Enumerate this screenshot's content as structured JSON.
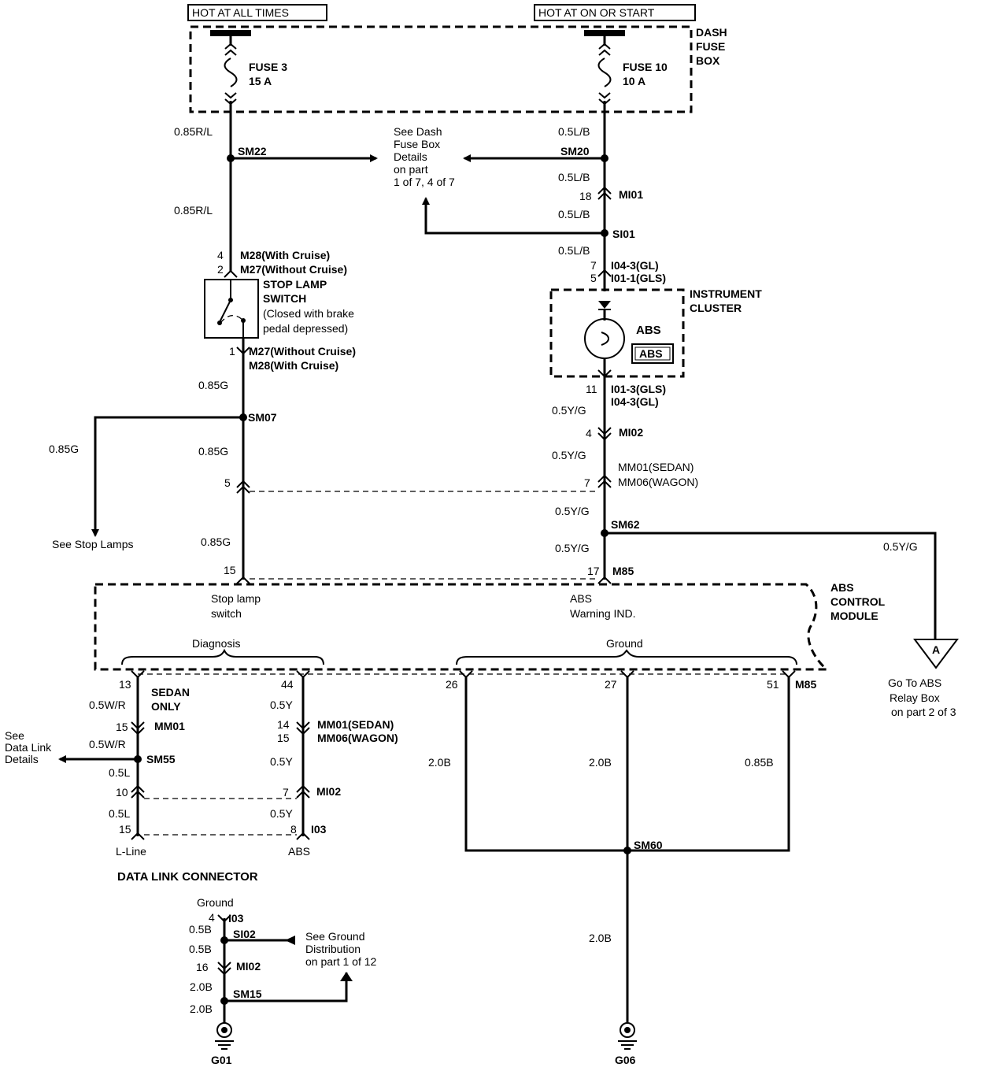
{
  "power": {
    "hot_at_all_times": "HOT AT ALL TIMES",
    "hot_at_on_or_start": "HOT AT ON OR START",
    "dash_fuse_box": [
      "DASH",
      "FUSE",
      "BOX"
    ],
    "fuse3_name": "FUSE 3",
    "fuse3_rating": "15 A",
    "fuse10_name": "FUSE 10",
    "fuse10_rating": "10 A"
  },
  "wires": {
    "w085RL_1": "0.85R/L",
    "w085RL_2": "0.85R/L",
    "w05LB_1": "0.5L/B",
    "w05LB_2": "0.5L/B",
    "w05LB_3": "0.5L/B",
    "w05LB_4": "0.5L/B",
    "w085G_1": "0.85G",
    "w085G_2": "0.85G",
    "w085G_3": "0.85G",
    "w085G_4": "0.85G",
    "w05YG_1": "0.5Y/G",
    "w05YG_2": "0.5Y/G",
    "w05YG_3": "0.5Y/G",
    "w05YG_4": "0.5Y/G",
    "w05YG_5": "0.5Y/G",
    "w05WR_1": "0.5W/R",
    "w05WR_2": "0.5W/R",
    "w05L_1": "0.5L",
    "w05L_2": "0.5L",
    "w05Y_1": "0.5Y",
    "w05Y_2": "0.5Y",
    "w05Y_3": "0.5Y",
    "w20B_1": "2.0B",
    "w20B_2": "2.0B",
    "w20B_3": "2.0B",
    "w085B": "0.85B",
    "w05B_1": "0.5B",
    "w05B_2": "0.5B",
    "w20B_4": "2.0B",
    "w20B_5": "2.0B"
  },
  "splices": {
    "sm22": "SM22",
    "sm20": "SM20",
    "si01": "SI01",
    "sm07": "SM07",
    "sm62": "SM62",
    "sm55": "SM55",
    "sm60": "SM60",
    "si02": "SI02",
    "sm15": "SM15"
  },
  "connectors": {
    "mi01": "MI01",
    "mi01_pin": "18",
    "m28_pin": "4",
    "m28": "M28(With Cruise)",
    "m27_pin": "2",
    "m27": "M27(Without Cruise)",
    "m27b_pin": "1",
    "m27b": "M27(Without Cruise)",
    "m28b": "M28(With Cruise)",
    "i04_pin": "7",
    "i04": "I04-3(GL)",
    "i01_pin": "5",
    "i01": "I01-1(GLS)",
    "i01b_pin": "11",
    "i01b": "I01-3(GLS)",
    "i04b": "I04-3(GL)",
    "mi02_pin": "4",
    "mi02": "MI02",
    "mm_left_pin": "5",
    "mm_right_pin": "7",
    "mm01": "MM01(SEDAN)",
    "mm06": "MM06(WAGON)",
    "m85_left_pin": "15",
    "m85_right_pin": "17",
    "m85": "M85",
    "pin13": "13",
    "pin44": "44",
    "pin26": "26",
    "pin27": "27",
    "pin51": "51",
    "m85b": "M85",
    "mm01b_pin": "15",
    "mm01b": "MM01",
    "mm01c_pin": "14",
    "mm01c": "MM01(SEDAN)",
    "mm06c_pin": "15",
    "mm06c": "MM06(WAGON)",
    "mi02b_left_pin": "10",
    "mi02b_right_pin": "7",
    "mi02b": "MI02",
    "i03_left_pin": "15",
    "i03_right_pin": "8",
    "i03": "I03",
    "i03b_pin": "4",
    "i03b": "I03",
    "mi02c_pin": "16",
    "mi02c": "MI02"
  },
  "components": {
    "stop_lamp_switch": [
      "STOP LAMP",
      "SWITCH"
    ],
    "stop_lamp_note": [
      "(Closed with brake",
      "pedal depressed)"
    ],
    "instrument_cluster": [
      "INSTRUMENT",
      "CLUSTER"
    ],
    "abs_label": "ABS",
    "abs_box": "ABS",
    "abs_control_module": [
      "ABS",
      "CONTROL",
      "MODULE"
    ],
    "stop_lamp_input": [
      "Stop lamp",
      "switch"
    ],
    "abs_warning": [
      "ABS",
      "Warning IND."
    ],
    "diagnosis": "Diagnosis",
    "ground": "Ground",
    "sedan_only": [
      "SEDAN",
      "ONLY"
    ],
    "l_line": "L-Line",
    "abs_pin": "ABS",
    "data_link_connector": "DATA LINK CONNECTOR",
    "ground_top": "Ground",
    "g01": "G01",
    "g06": "G06",
    "offpage_a": "A"
  },
  "notes": {
    "dash_fuse_details": [
      "See Dash",
      "Fuse Box",
      "Details",
      "on part",
      "1 of 7, 4 of 7"
    ],
    "see_stop_lamps": "See Stop Lamps",
    "see_data_link": [
      "See",
      "Data Link",
      "Details"
    ],
    "go_to_abs_relay": [
      "Go To ABS",
      "Relay Box",
      "on part 2 of 3"
    ],
    "ground_distribution": [
      "See Ground",
      "Distribution",
      "on part 1 of 12"
    ]
  }
}
